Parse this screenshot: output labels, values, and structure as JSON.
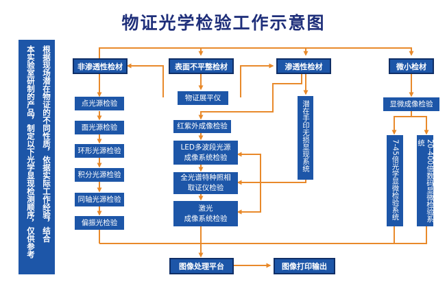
{
  "title": "物证光学检验工作示意图",
  "sidebar": {
    "lines": [
      "根据现场潜在物证的不同性质，依据实际工作经验，结合",
      "本实验室研制的产品，制定以下光学显现检测顺序，仅供参考"
    ]
  },
  "headers": {
    "non_permeable": "非渗透性检材",
    "uneven_surface": "表面不平整检材",
    "permeable": "渗透性检材",
    "micro": "微小检材"
  },
  "boxes": {
    "leveler": "物证展平仪",
    "point_light": "点光源检验",
    "area_light": "面光源检验",
    "ring_light": "环形光源检验",
    "integrating_light": "积分光源检验",
    "coaxial_light": "同轴光源检验",
    "polarized_light": "偏振光检验",
    "uv_ir": "红紫外成像检验",
    "led_multiband": "LED多波段光源\n成像系统检验",
    "full_spectrum": "全光谱特种照相\n取证仪检验",
    "laser": "激光\n成像系统检验",
    "latent_print": "潜在手印无损显现系统",
    "microscope": "显微成像检验",
    "stereo_micro": "7-45倍光学显微检验系统",
    "digital_micro": "20-400倍数码显微检验系统",
    "image_processing": "图像处理平台",
    "image_output": "图像打印输出"
  },
  "colors": {
    "box_blue": "#1d56a8",
    "title_navy": "#1f2f7a",
    "arrow_orange": "#e8892a"
  }
}
